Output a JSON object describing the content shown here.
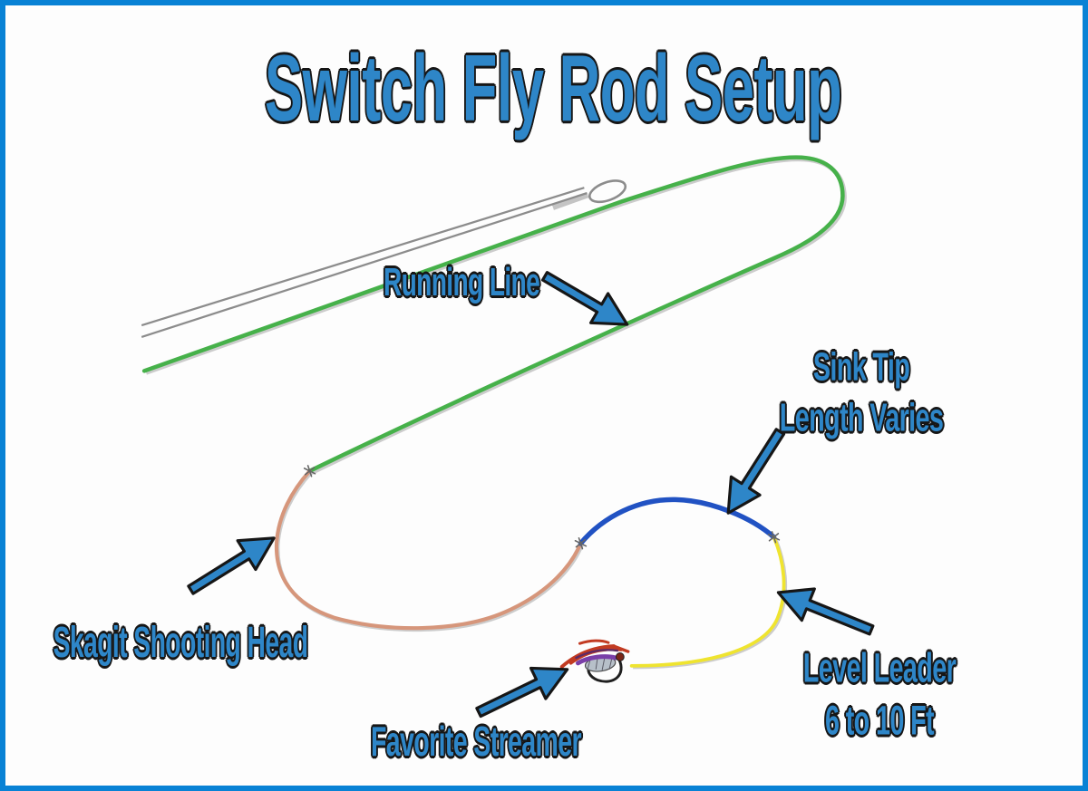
{
  "title": "Switch Fly Rod Setup",
  "labels": {
    "running_line": "Running Line",
    "sink_tip": [
      "Sink Tip",
      "Length Varies"
    ],
    "skagit_head": "Skagit Shooting Head",
    "level_leader": [
      "Level Leader",
      "6 to 10 Ft"
    ],
    "streamer": "Favorite Streamer"
  },
  "colors": {
    "background": "#fdfdfd",
    "border": "#0982d5",
    "label": "#2e86c8",
    "outline": "#161616",
    "running_line": "#46b14a",
    "skagit": "#d6967b",
    "sink_tip": "#2152c3",
    "leader": "#efe42f",
    "rod": "#8c8c8c",
    "fly_red": "#c23b22",
    "fly_purple": "#7a3fa8",
    "fly_body": "#b7c0c9",
    "fly_dark": "#1f1f1f"
  },
  "diagram": {
    "components": [
      {
        "name": "fly-rod-tip",
        "color": "#8c8c8c"
      },
      {
        "name": "running-line",
        "label": "Running Line",
        "color": "#46b14a"
      },
      {
        "name": "skagit-shooting-head",
        "label": "Skagit Shooting Head",
        "color": "#d6967b"
      },
      {
        "name": "sink-tip",
        "label": "Sink Tip Length Varies",
        "color": "#2152c3"
      },
      {
        "name": "level-leader",
        "label": "Level Leader 6 to 10 Ft",
        "color": "#efe42f"
      },
      {
        "name": "favorite-streamer",
        "label": "Favorite Streamer",
        "colors": [
          "#c23b22",
          "#7a3fa8",
          "#b7c0c9",
          "#1f1f1f"
        ]
      }
    ]
  }
}
